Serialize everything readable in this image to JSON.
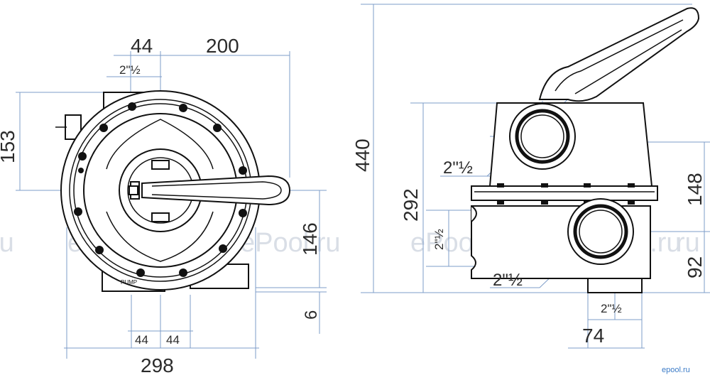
{
  "dimensions": {
    "top_44": "44",
    "top_200": "200",
    "port_top": "2\"½",
    "left_153": "153",
    "right_146": "146",
    "right_6": "6",
    "bottom_44_a": "44",
    "bottom_44_b": "44",
    "bottom_298": "298",
    "side_440": "440",
    "side_292": "292",
    "side_port_left": "2\"½",
    "side_port_upper": "2\"½",
    "side_port_lower": "2\"½",
    "side_port_bottom": "2\"½",
    "side_74": "74",
    "side_148": "148",
    "side_92": "92"
  },
  "labels": {
    "pump": "PUMP"
  },
  "watermarks": [
    "ru",
    "ePool.ru",
    "ePool.ru",
    "ePool.ru",
    "ePool.ru",
    "ru"
  ],
  "brand": "epool.ru",
  "colors": {
    "dimension_lines": "#7d9cc8",
    "outline": "#111111",
    "watermark": "#d9dee6",
    "brand": "#3b7bc7"
  }
}
